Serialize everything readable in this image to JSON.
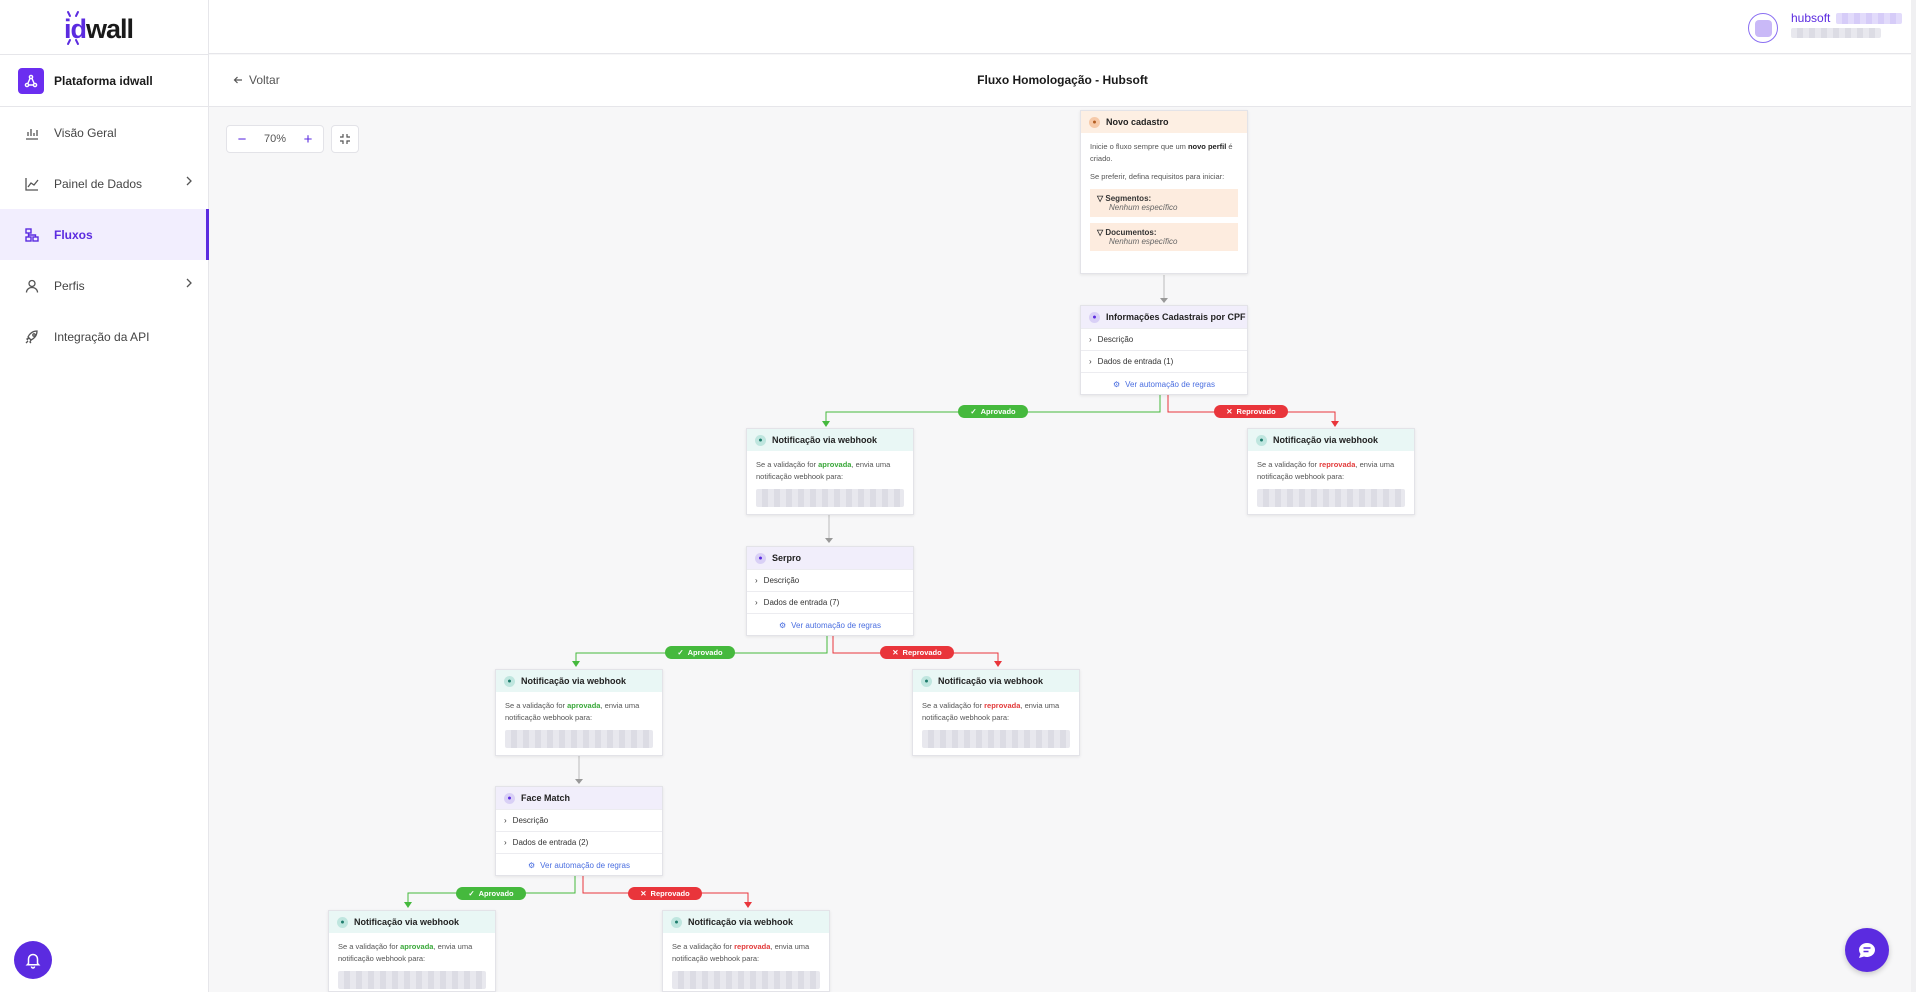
{
  "brand": {
    "logo_text_id": "id",
    "logo_text_wall": "wall",
    "platform": "Plataforma idwall"
  },
  "nav": [
    {
      "label": "Visão Geral"
    },
    {
      "label": "Painel de Dados"
    },
    {
      "label": "Fluxos"
    },
    {
      "label": "Perfis"
    },
    {
      "label": "Integração da API"
    }
  ],
  "user": {
    "name": "hubsoft"
  },
  "subbar": {
    "back": "Voltar",
    "title": "Fluxo Homologação - Hubsoft"
  },
  "zoom": {
    "minus": "−",
    "value": "70%",
    "plus": "+"
  },
  "start_node": {
    "title": "Novo cadastro",
    "text_pre": "Inicie o fluxo sempre que um ",
    "text_bold": "novo perfil",
    "text_post": " é criado.",
    "hint": "Se preferir, defina requisitos para iniciar:",
    "segments_label": "Segmentos:",
    "segments_value": "Nenhum específico",
    "documents_label": "Documentos:",
    "documents_value": "Nenhum específico"
  },
  "check_nodes": [
    {
      "title": "Informações Cadastrais por CPF",
      "desc": "Descrição",
      "inputs": "Dados de entrada (1)",
      "rules": "Ver automação de regras"
    },
    {
      "title": "Serpro",
      "desc": "Descrição",
      "inputs": "Dados de entrada (7)",
      "rules": "Ver automação de regras"
    },
    {
      "title": "Face Match",
      "desc": "Descrição",
      "inputs": "Dados de entrada (2)",
      "rules": "Ver automação de regras"
    }
  ],
  "webhook": {
    "title": "Notificação via webhook",
    "pre": "Se a validação for ",
    "approved": "aprovada",
    "rejected": "reprovada",
    "post": ", envia uma notificação webhook para:"
  },
  "pills": {
    "approved": "Aprovado",
    "rejected": "Reprovado"
  },
  "colors": {
    "accent": "#5b2be0",
    "approved": "#45b93d",
    "rejected": "#e9353b",
    "link": "#4a6ee0"
  }
}
